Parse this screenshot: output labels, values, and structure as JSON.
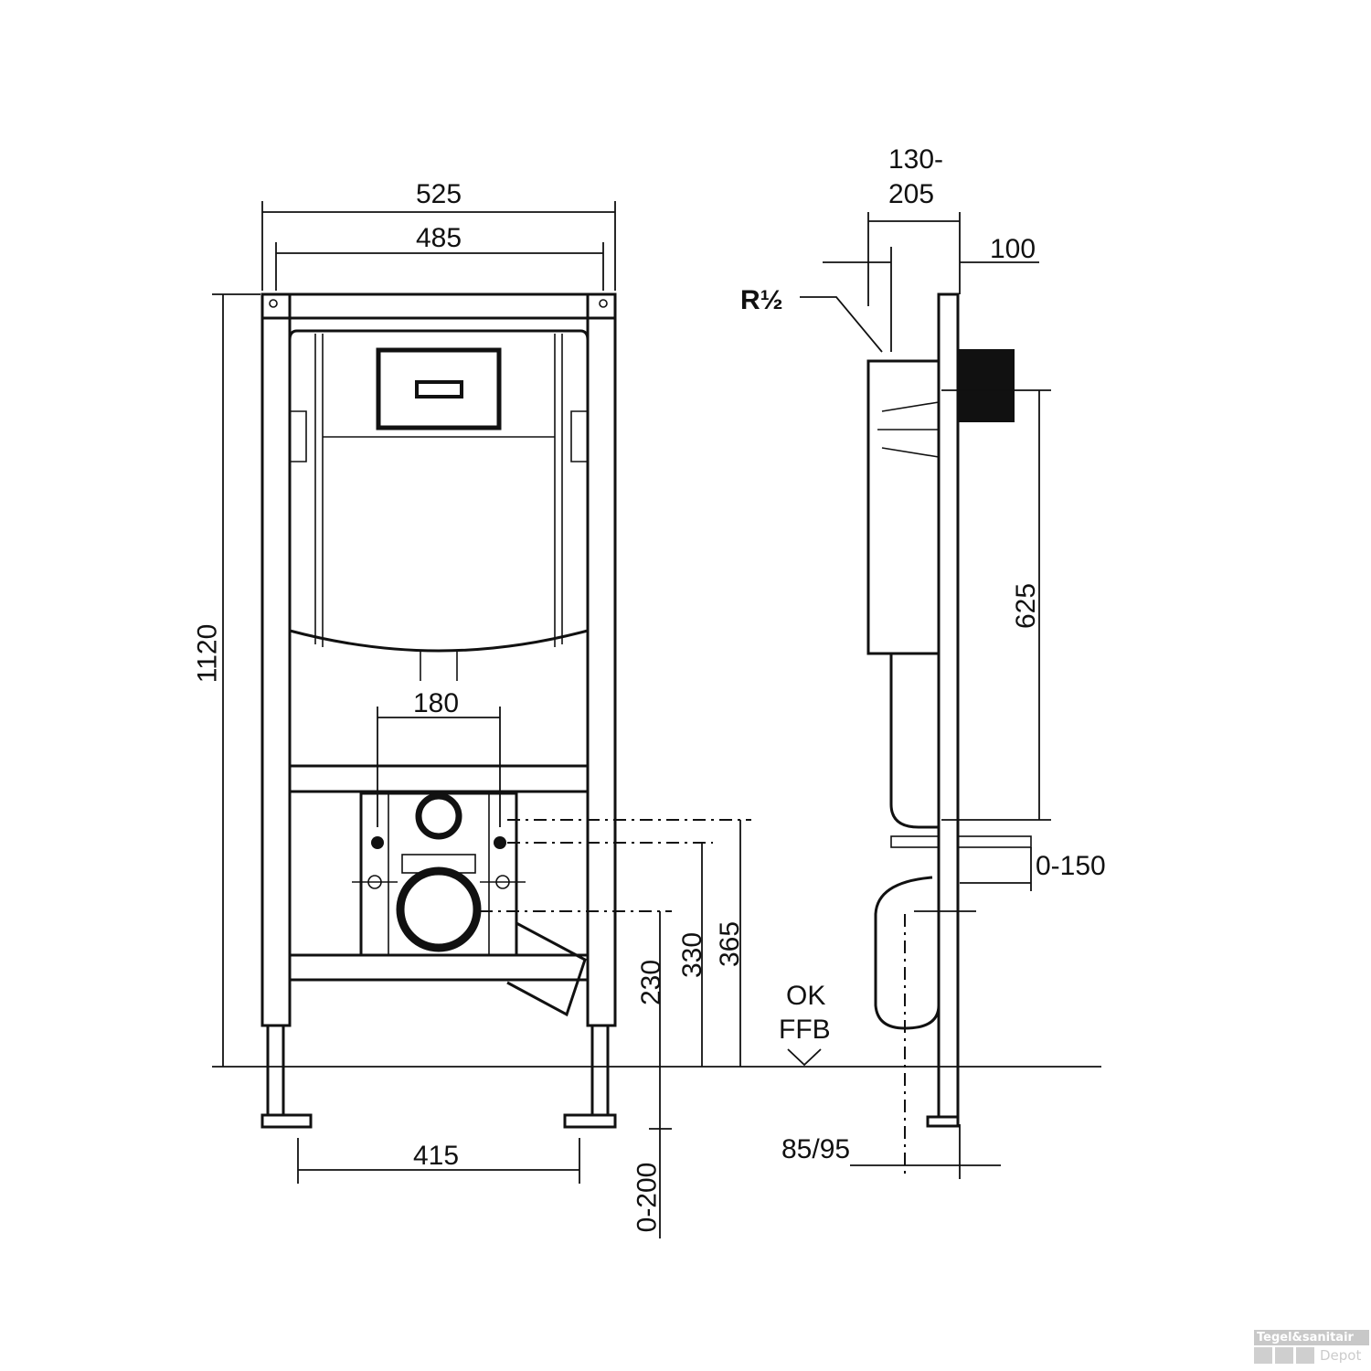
{
  "front_view": {
    "width_outer": "525",
    "width_inner": "485",
    "height": "1120",
    "outlet_spacing": "180",
    "foot_spacing": "415",
    "height_230": "230",
    "height_330": "330",
    "height_365": "365",
    "leg_adjust": "0-200"
  },
  "side_view": {
    "depth": "130-\n205",
    "depth_line1": "130-",
    "depth_line2": "205",
    "plate_offset": "100",
    "inlet": "R½",
    "flush_height": "625",
    "outlet_adjust": "0-150",
    "foot_depth": "85/95",
    "floor_label_line1": "OK",
    "floor_label_line2": "FFB"
  },
  "watermark": {
    "line1": "Tegel&sanitair",
    "line2": "Depot"
  }
}
